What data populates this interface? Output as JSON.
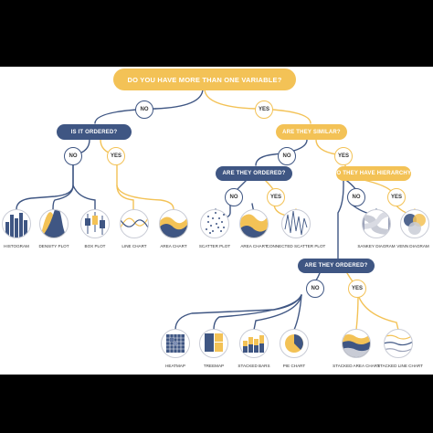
{
  "questions": {
    "q_root": "DO YOU HAVE MORE THAN ONE VARIABLE?",
    "q_ordered1": "IS IT ORDERED?",
    "q_similar": "ARE THEY SIMILAR?",
    "q_ordered2": "ARE THEY ORDERED?",
    "q_hierarchy": "DO THEY HAVE HIERARCHY?",
    "q_ordered3": "ARE THEY ORDERED?"
  },
  "answers": {
    "no": "NO",
    "yes": "YES"
  },
  "charts": {
    "histogram": "HISTOGRAM",
    "density_plot": "DENSITY PLOT",
    "box_plot": "BOX PLOT",
    "line_chart": "LINE CHART",
    "area_chart_1": "AREA CHART",
    "scatter_plot": "SCATTER PLOT",
    "area_chart_2": "AREA CHART",
    "connected_scatter_plot": "CONNECTED SCATTER PLOT",
    "sankey_diagram": "SANKEY DIAGRAM",
    "venn_diagram": "VENN DIAGRAM",
    "heatmap": "HEATMAP",
    "treemap": "TREEMAP",
    "stacked_bars": "STACKED BARS",
    "pie_chart": "PIE CHART",
    "stacked_area_chart": "STACKED AREA CHART",
    "stacked_line_chart": "STACKED LINE CHART"
  },
  "colors": {
    "navy": "#3f5683",
    "gold": "#f3c256",
    "light_gold": "#f7dc9a",
    "grey": "#c9ccd6",
    "background": "#ffffff"
  }
}
